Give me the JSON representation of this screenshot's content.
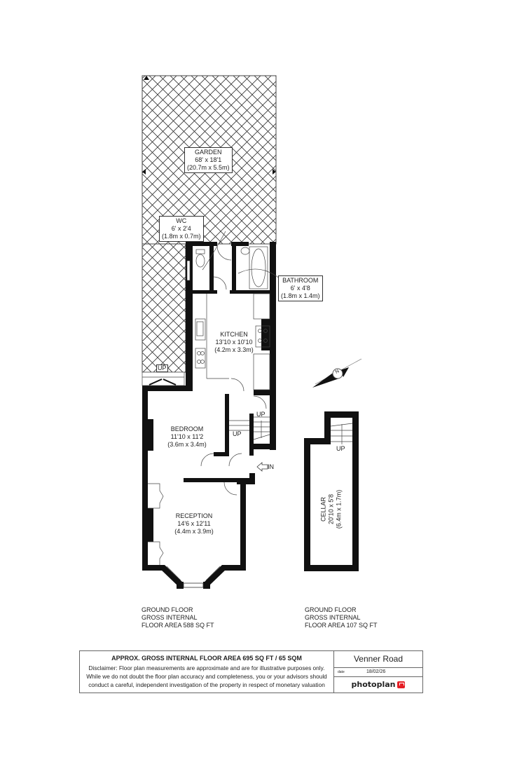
{
  "rooms": {
    "garden": {
      "name": "GARDEN",
      "imperial": "68' x 18'1",
      "metric": "(20.7m x 5.5m)"
    },
    "wc": {
      "name": "WC",
      "imperial": "6' x 2'4",
      "metric": "(1.8m x 0.7m)"
    },
    "bathroom": {
      "name": "BATHROOM",
      "imperial": "6' x 4'8",
      "metric": "(1.8m x 1.4m)"
    },
    "kitchen": {
      "name": "KITCHEN",
      "imperial": "13'10 x 10'10",
      "metric": "(4.2m x 3.3m)"
    },
    "bedroom": {
      "name": "BEDROOM",
      "imperial": "11'10 x 11'2",
      "metric": "(3.6m x 3.4m)"
    },
    "reception": {
      "name": "RECEPTION",
      "imperial": "14'6 x 12'11",
      "metric": "(4.4m x 3.9m)"
    },
    "cellar": {
      "name": "CELLAR",
      "imperial": "20'10 x 5'8",
      "metric": "(6.4m x 1.7m)"
    }
  },
  "markers": {
    "up_garden": "UP",
    "up_stairs_left": "UP",
    "up_stairs_right": "UP",
    "up_cellar": "UP",
    "entrance": "IN",
    "compass": "N"
  },
  "floor_areas": [
    {
      "line1": "GROUND FLOOR",
      "line2": "GROSS INTERNAL",
      "line3": "FLOOR AREA 588 SQ FT"
    },
    {
      "line1": "GROUND FLOOR",
      "line2": "GROSS INTERNAL",
      "line3": "FLOOR AREA 107 SQ FT"
    }
  ],
  "footer": {
    "total_area": "APPROX. GROSS INTERNAL FLOOR AREA 695 SQ FT / 65 SQM",
    "disclaimer_1": "Disclaimer: Floor plan measurements are approximate and are for illustrative purposes only.",
    "disclaimer_2": "While we do not doubt the floor plan accuracy and completeness, you or your advisors should",
    "disclaimer_3": "conduct a careful, independent investigation of the property in respect of monetary valuation",
    "address": "Venner Road",
    "date_label": "date",
    "date_value": "18/02/26",
    "brand": "photoplan"
  },
  "colors": {
    "wall": "#111111",
    "brand_red": "#e51e25",
    "line": "#333333"
  }
}
